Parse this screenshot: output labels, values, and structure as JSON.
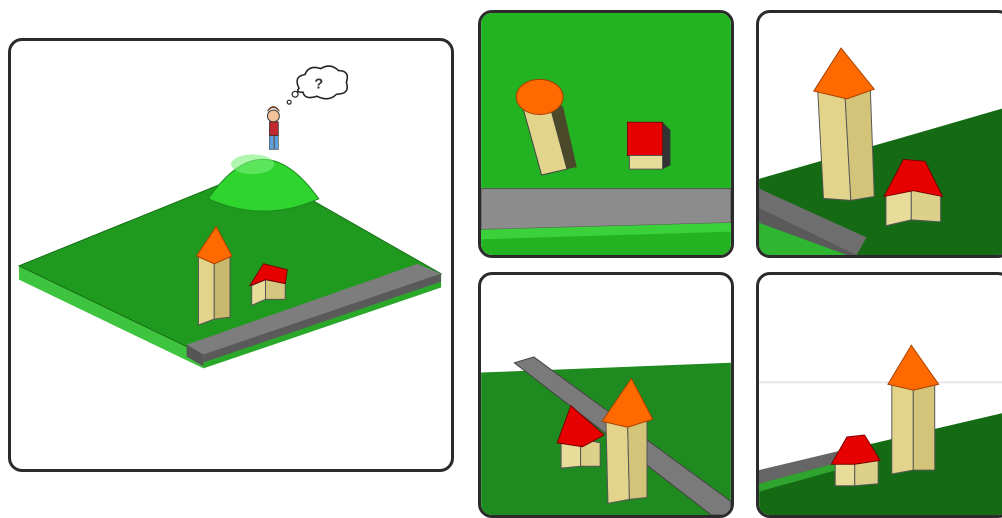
{
  "scene": {
    "thought_bubble_text": "?",
    "colors": {
      "ground_top": "#1e9e1e",
      "ground_side": "#4fd14f",
      "dark_ground": "#146b14",
      "road": "#8a8a8a",
      "road_dark": "#555555",
      "hill": "#33dd33",
      "tower_body": "#e3d48c",
      "tower_dark": "#b7a65e",
      "tower_roof": "#ff6a00",
      "house_roof": "#e60000",
      "house_wall": "#e8dc9a",
      "border": "#2b2b2b"
    }
  },
  "panels": [
    {
      "id": "overview",
      "description_visible": false
    },
    {
      "id": "view-top-down",
      "description_visible": false
    },
    {
      "id": "view-low-left",
      "description_visible": false
    },
    {
      "id": "view-road-side",
      "description_visible": false
    },
    {
      "id": "view-front-low",
      "description_visible": false
    }
  ]
}
